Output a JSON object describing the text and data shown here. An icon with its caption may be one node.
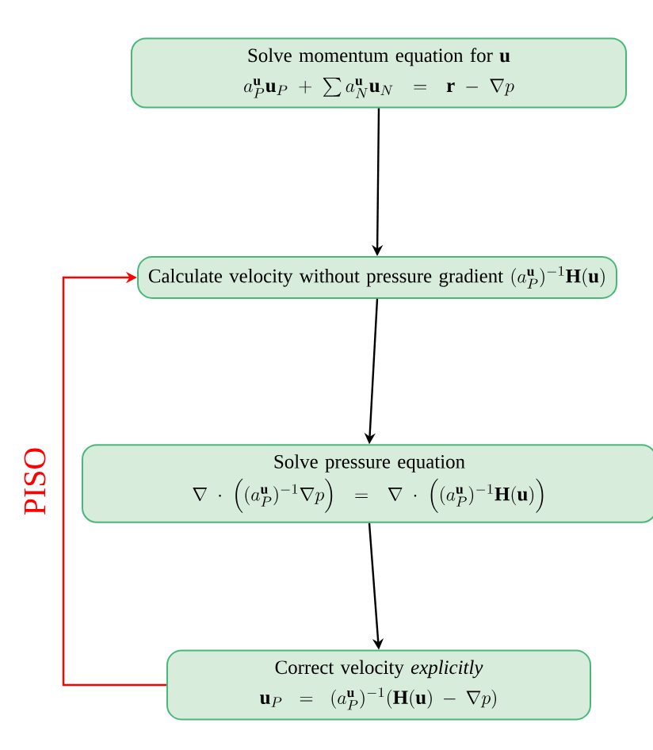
{
  "diagram": {
    "nodes": [
      {
        "text": [
          "Solve momentum equation for **u**",
          "a^{\\mathbf{u}}_P\\mathbf{u}_P + \\sum a^{\\mathbf{u}}_N\\mathbf{u}_N = \\mathbf{r} - \\nabla p"
        ]
      },
      {
        "text": [
          "Calculate velocity without pressure gradient",
          "(a^{\\mathbf{u}}_P)^{-1}\\mathbf{H}(\\mathbf{u})"
        ]
      },
      {
        "text": [
          "Solve pressure equation",
          "\\nabla\\cdot\\Big((a^{\\mathbf{u}}_P)^{-1}\\nabla p\\Big) = \\nabla\\cdot\\Big((a^{\\mathbf{u}}_P)^{-1}\\mathbf{H}(\\mathbf{u})\\Big)"
        ]
      },
      {
        "text": [
          "Correct velocity *explicitly*",
          "\\mathbf{u}_P = (a^{\\mathbf{u}}_P)^{-1}(\\mathbf{H}(\\mathbf{u}) - \\nabla p)"
        ]
      }
    ],
    "edges": [
      {
        "from": 0,
        "to": 1,
        "arrow": "to"
      },
      {
        "from": 1,
        "to": 2,
        "arrow": "to"
      },
      {
        "from": 2,
        "to": 3,
        "arrow": "to"
      },
      {
        "from": 3,
        "to": 1,
        "arrow": "to",
        "label": "PISO",
        "color": "#ff0000"
      }
    ]
  }
}
